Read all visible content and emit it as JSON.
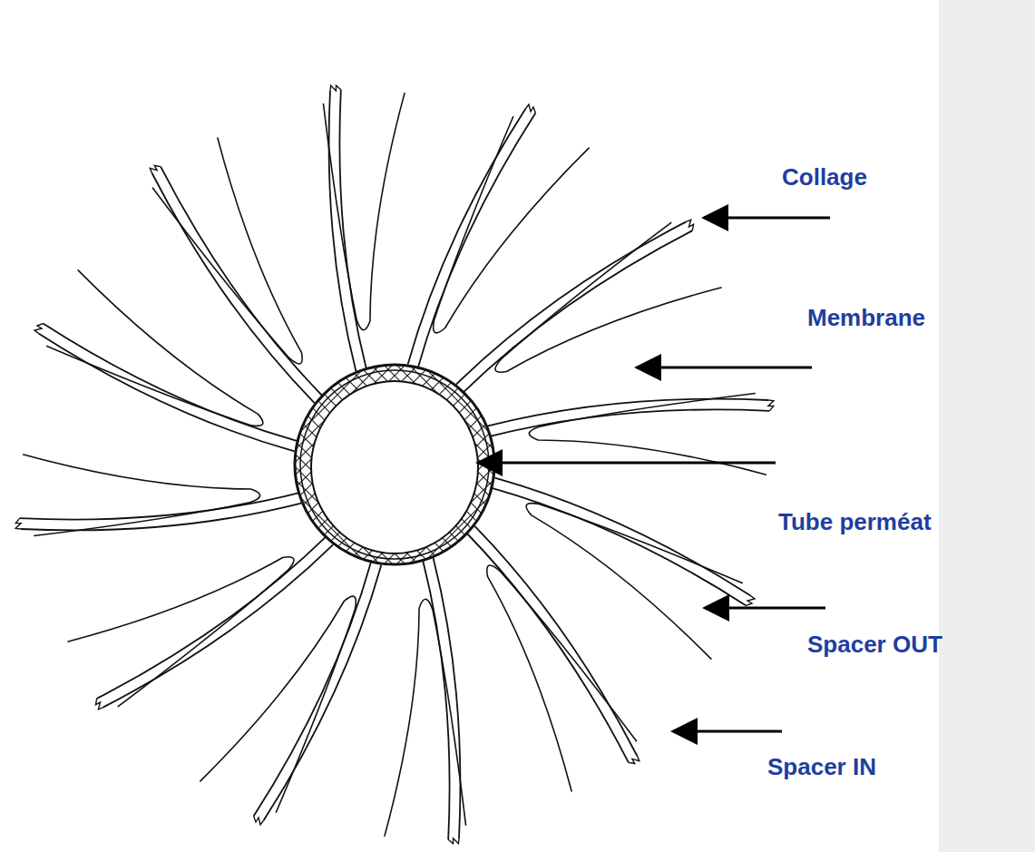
{
  "diagram": {
    "labels": [
      "Collage",
      "Membrane",
      "Tube perméat",
      "Spacer OUT",
      "Spacer IN"
    ]
  }
}
